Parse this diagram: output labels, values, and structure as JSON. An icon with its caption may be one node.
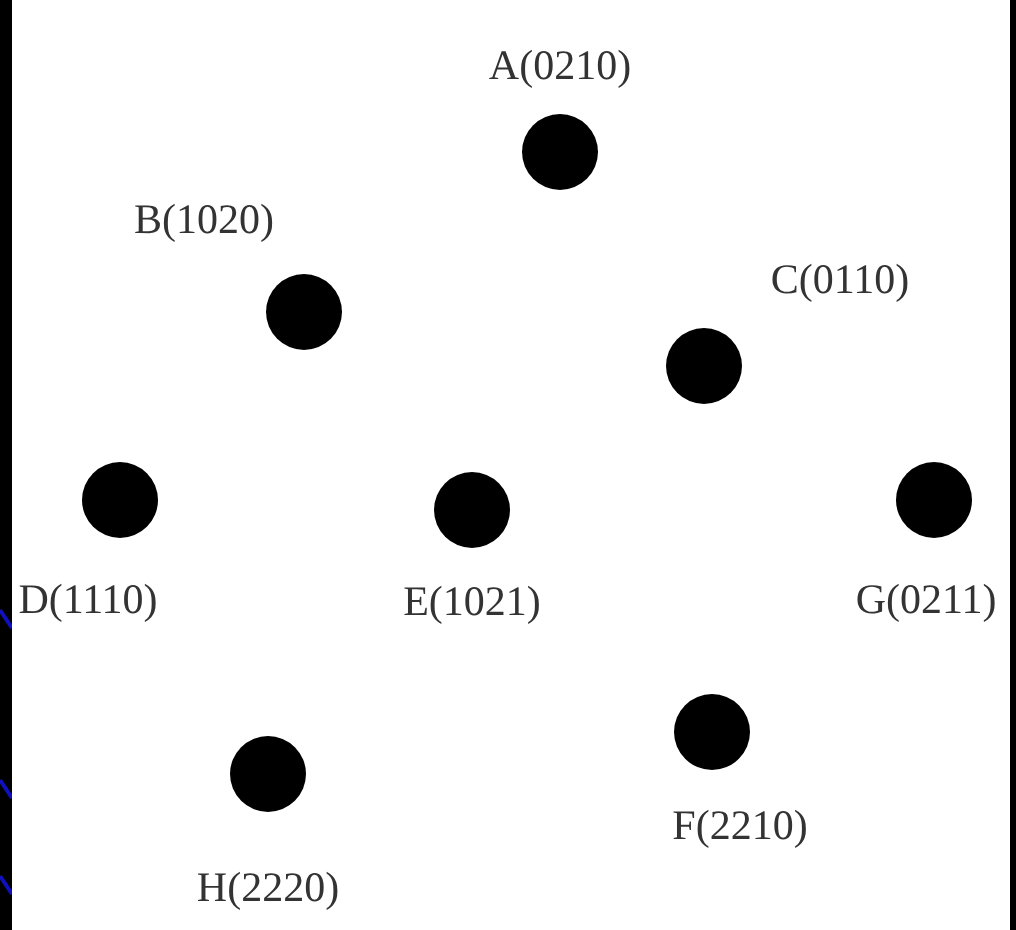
{
  "diagram": {
    "nodes": [
      {
        "text": [
          "A(0210)"
        ]
      },
      {
        "text": [
          "B(1020)"
        ]
      },
      {
        "text": [
          "C(0110)"
        ]
      },
      {
        "text": [
          "D(1110)"
        ]
      },
      {
        "text": [
          "E(1021)"
        ]
      },
      {
        "text": [
          "G(0211)"
        ]
      },
      {
        "text": [
          "H(2220)"
        ]
      },
      {
        "text": [
          "F(2210)"
        ]
      }
    ]
  }
}
